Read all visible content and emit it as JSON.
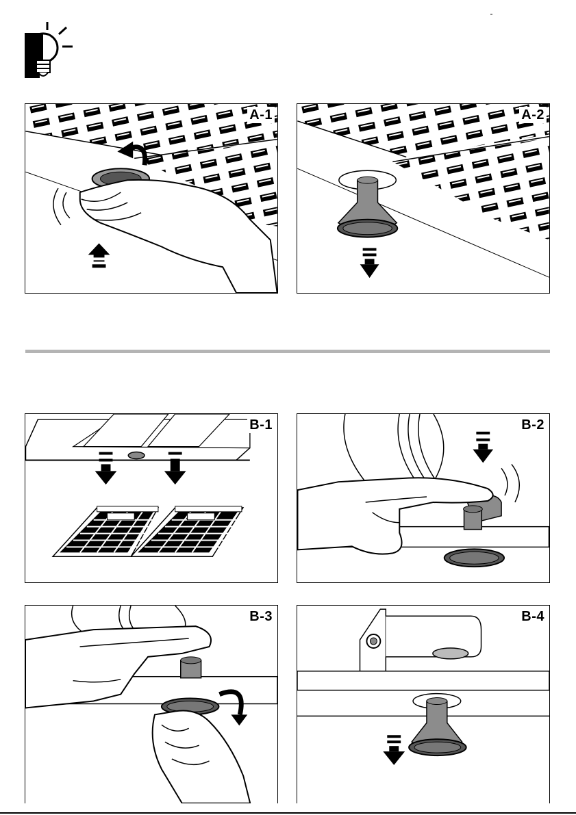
{
  "page": {
    "tip_icon": "lightbulb-icon"
  },
  "sections": {
    "a": {
      "panels": [
        {
          "label": "A-1",
          "illustration": "press-lamp-cover-and-rotate",
          "arrow": "up-arrow-icon",
          "turn_arrow": "rotate-arrow-icon"
        },
        {
          "label": "A-2",
          "illustration": "pull-out-halogen-lamp",
          "arrow": "down-arrow-icon"
        }
      ]
    },
    "b": {
      "panels": [
        {
          "label": "B-1",
          "illustration": "remove-grease-filters",
          "arrow": "down-arrow-icon"
        },
        {
          "label": "B-2",
          "illustration": "push-lamp-holder-from-inside",
          "arrow": "down-arrow-icon"
        },
        {
          "label": "B-3",
          "illustration": "rotate-lamp-cover",
          "turn_arrow": "rotate-arrow-icon"
        },
        {
          "label": "B-4",
          "illustration": "pull-out-halogen-lamp",
          "arrow": "down-arrow-icon"
        }
      ]
    }
  },
  "colors": {
    "ink": "#000000",
    "separator": "#b4b4b4",
    "lamp_grey": "#8c8c8c"
  }
}
